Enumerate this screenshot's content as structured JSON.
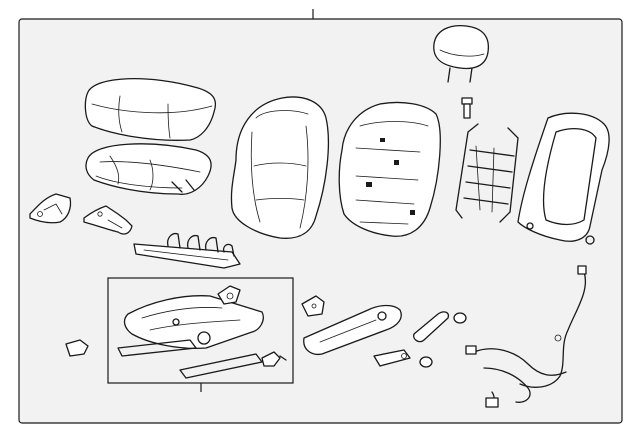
{
  "diagram": {
    "kind": "exploded parts diagram",
    "line_color": "#1a1a1a",
    "background": "#ffffff",
    "frame_fill": "#f2f2f2",
    "parts": [
      "seat-cushion-cover",
      "seat-cushion-pad",
      "left-trim-bracket",
      "right-trim-bracket",
      "cushion-support-bracket",
      "seatback-cover",
      "seatback-pad",
      "seatback-spring",
      "seatback-frame",
      "headrest",
      "headrest-guide",
      "seat-adjuster-assembly",
      "adjuster-motor",
      "adjuster-switch",
      "small-clip",
      "recliner-bracket-small",
      "recliner-arm",
      "recliner-lever",
      "recliner-link",
      "cap-plug-upper",
      "cap-plug-lower",
      "wiring-harness"
    ]
  }
}
